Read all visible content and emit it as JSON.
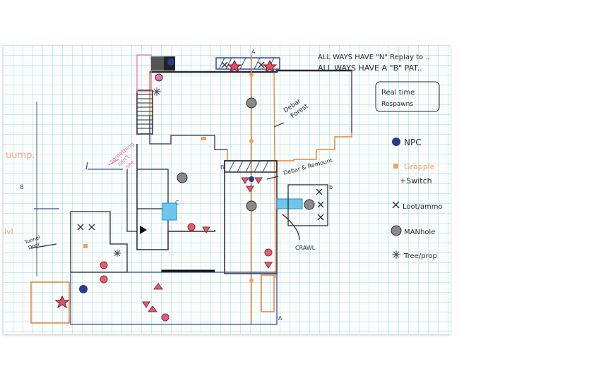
{
  "notes": {
    "line1": "ALL WAYS HAVE \"N\" Replay to ..",
    "line2": "ALL WAYS HAVE A \"B\" PAT..",
    "box": [
      "Real time",
      "Respawns"
    ]
  },
  "map_labels": {
    "top_a": "A",
    "bottom_a": "A",
    "label_b": "B",
    "label_c": "C",
    "label_b_room": "b",
    "debar_forest": [
      "Debar",
      "Forest"
    ],
    "debar_remount": "Debar & Remount",
    "something": [
      "something",
      "can't",
      "see"
    ],
    "tunnel": [
      "Tunnel",
      "Door"
    ],
    "crawl": "CRAWL",
    "left_words": [
      "uump.",
      "8",
      "lvl"
    ]
  },
  "legend": [
    {
      "symbol": "npc",
      "label": "NPC",
      "color": "#2b3a8f"
    },
    {
      "symbol": "grapple",
      "label": "Grapple",
      "color": "#f0a060"
    },
    {
      "symbol": "switch",
      "label": "+Switch",
      "color": "#2c2c2c"
    },
    {
      "symbol": "loot",
      "label": "Loot/ammo",
      "color": "#2c2c2c"
    },
    {
      "symbol": "manhole",
      "label": "MANhole",
      "color": "#555555"
    },
    {
      "symbol": "tree",
      "label": "Tree/prop",
      "color": "#555555"
    }
  ],
  "colors": {
    "ink_dark": "#2a2a2a",
    "ink_blue": "#3a4a9a",
    "orange": "#e8833a",
    "red": "#d94040",
    "pink": "#e07aa8",
    "cyan": "#45b8e0"
  }
}
